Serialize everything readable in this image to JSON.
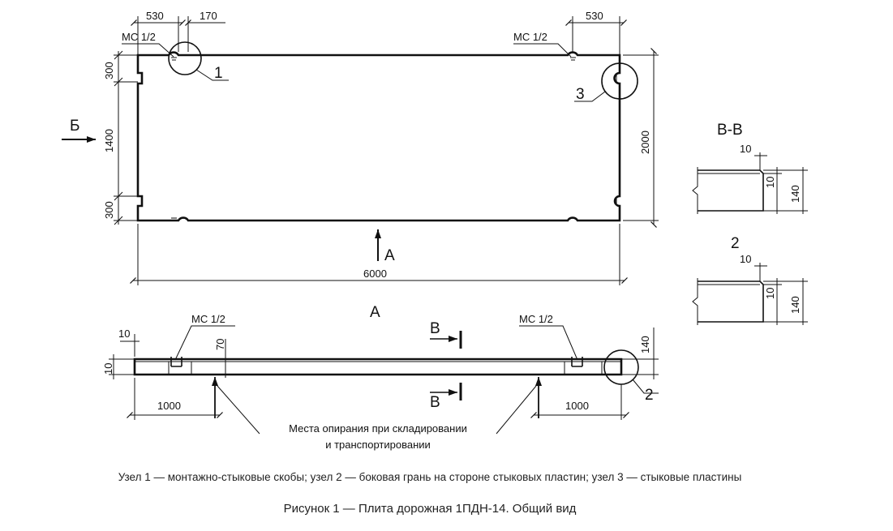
{
  "dims": {
    "top_530_left": "530",
    "top_170": "170",
    "top_530_right": "530",
    "left_300_top": "300",
    "left_1400": "1400",
    "left_300_bottom": "300",
    "right_2000": "2000",
    "bottom_6000": "6000",
    "side_10_top": "10",
    "side_10_left": "10",
    "side_70": "70",
    "side_140": "140",
    "side_1000_left": "1000",
    "side_1000_right": "1000",
    "bb_10_top": "10",
    "bb_10_side": "10",
    "bb_140": "140",
    "n2_10_top": "10",
    "n2_10_side": "10",
    "n2_140": "140"
  },
  "labels": {
    "ms_top_left": "МС 1/2",
    "ms_top_right": "МС 1/2",
    "ms_side_left": "МС 1/2",
    "ms_side_right": "МС 1/2",
    "node_1": "1",
    "node_2": "2",
    "node_3": "3",
    "arrow_b": "Б",
    "arrow_a": "А",
    "view_a_title": "А",
    "cut_v_top": "В",
    "cut_v_bottom": "В",
    "section_vv_title": "В-В",
    "section_2_title": "2",
    "support_line1": "Места опирания при складировании",
    "support_line2": "и транспортировании"
  },
  "note": "Узел  1 — монтажно-стыковые скобы; узел 2 — боковая грань на стороне стыковых пластин; узел 3 — стыковые пластины",
  "figure_title": "Рисунок 1 — Плита дорожная 1ПДН-14. Общий вид"
}
